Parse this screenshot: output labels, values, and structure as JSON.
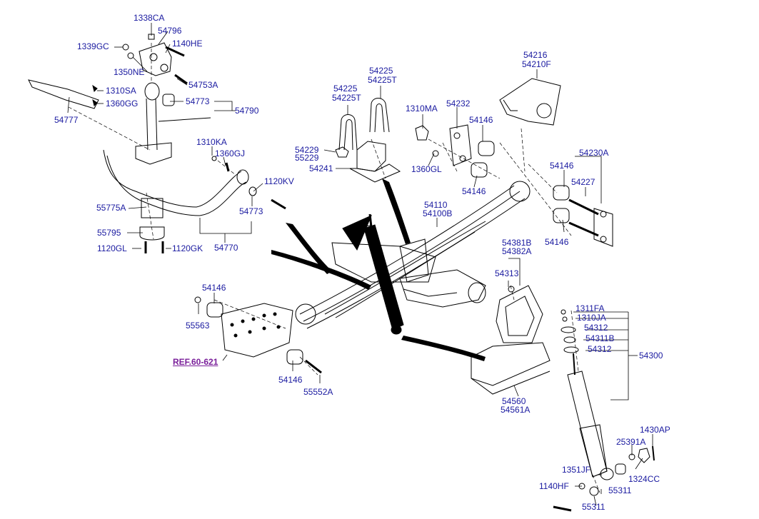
{
  "part_labels": {
    "p1338CA": "1338CA",
    "p54796": "54796",
    "p1339GC": "1339GC",
    "p1140HE": "1140HE",
    "p1350NE": "1350NE",
    "p54753A": "54753A",
    "p1310SA": "1310SA",
    "p1360GG": "1360GG",
    "p54773_top": "54773",
    "p54790": "54790",
    "p54777": "54777",
    "p1310KA": "1310KA",
    "p1360GJ": "1360GJ",
    "p1120KV": "1120KV",
    "p54773_mid": "54773",
    "p55775A": "55775A",
    "p55795": "55795",
    "p1120GL": "1120GL",
    "p1120GK": "1120GK",
    "p54770": "54770",
    "p54225_a": "54225",
    "p54225T_a": "54225T",
    "p54225_b": "54225",
    "p54225T_b": "54225T",
    "p54229": "54229",
    "p55229": "55229",
    "p54241": "54241",
    "p1310MA": "1310MA",
    "p54232": "54232",
    "p1360GL": "1360GL",
    "p54146_a": "54146",
    "p54146_b": "54146",
    "p54216": "54216",
    "p54210F": "54210F",
    "p54230A": "54230A",
    "p54146_c": "54146",
    "p54227": "54227",
    "p54146_d": "54146",
    "p54110": "54110",
    "p54100B": "54100B",
    "p54381B": "54381B",
    "p54382A": "54382A",
    "p54313": "54313",
    "p54146_e": "54146",
    "p55563": "55563",
    "p1311FA": "1311FA",
    "p1310JA": "1310JA",
    "p54312_a": "54312",
    "p54311B": "54311B",
    "p54312_b": "54312",
    "p54300": "54300",
    "p54146_f": "54146",
    "p55552A": "55552A",
    "p54560": "54560",
    "p54561A": "54561A",
    "p1430AP": "1430AP",
    "p25391A": "25391A",
    "p1351JF": "1351JF",
    "p1324CC": "1324CC",
    "p1140HF": "1140HF",
    "p55311_a": "55311",
    "p55311_b": "55311"
  },
  "reference_link": "REF.60-621",
  "colors": {
    "label_text": "#1a1aa0",
    "reference_text": "#7a1f9a",
    "line_art": "#000000",
    "background": "#ffffff"
  }
}
